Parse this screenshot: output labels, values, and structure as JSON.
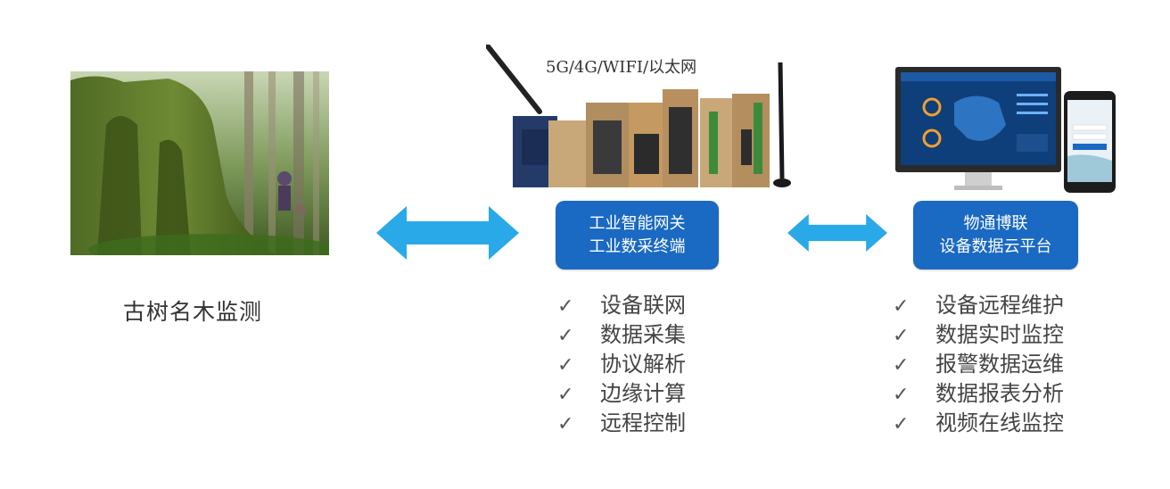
{
  "left": {
    "caption": "古树名木监测"
  },
  "middle": {
    "network_label": "5G/4G/WIFI/以太网",
    "box_line1": "工业智能网关",
    "box_line2": "工业数采终端",
    "features": [
      "设备联网",
      "数据采集",
      "协议解析",
      "边缘计算",
      "远程控制"
    ]
  },
  "right": {
    "box_line1": "物通博联",
    "box_line2": "设备数据云平台",
    "features": [
      "设备远程维护",
      "数据实时监控",
      "报警数据运维",
      "数据报表分析",
      "视频在线监控"
    ]
  },
  "check_glyph": "✓",
  "colors": {
    "box_blue": "#1a69c2",
    "arrow_blue": "#29a9e8"
  }
}
